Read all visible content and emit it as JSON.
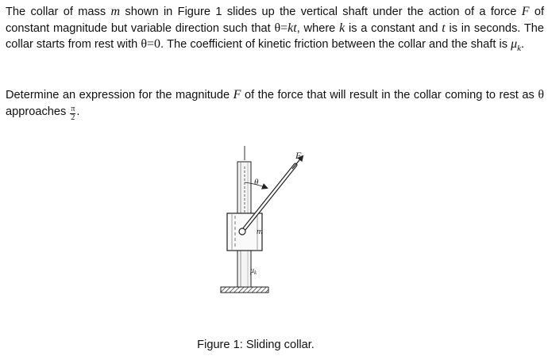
{
  "problem": {
    "p1_a": "The collar of mass",
    "p1_m": "m",
    "p1_b": "shown in Figure 1 slides up the vertical shaft under the action of a force",
    "p1_F": "F",
    "p1_c": "of constant magnitude but variable direction such that",
    "p1_theta1": "θ",
    "p1_eq1": "=",
    "p1_kt": "kt",
    "p1_d": ", where",
    "p1_k": "k",
    "p1_e": "is a constant and",
    "p1_t": "t",
    "p1_f": "is in seconds. The collar starts from rest with",
    "p1_theta2": "θ",
    "p1_eq2": "=",
    "p1_zero": "0",
    "p1_g": ". The coefficient of kinetic friction between the collar and the shaft is",
    "p1_mu": "μ",
    "p1_mu_sub": "k",
    "p1_h": ".",
    "p2_a": "Determine an expression for the magnitude",
    "p2_F": "F",
    "p2_b": "of the force that will result in the collar coming to rest as",
    "p2_theta": "θ",
    "p2_c": "approaches",
    "p2_frac_num": "π",
    "p2_frac_den": "2",
    "p2_d": "."
  },
  "figure": {
    "label_F": "F",
    "label_theta": "θ",
    "label_m": "m",
    "label_mu": "μ",
    "label_mu_sub": "k",
    "caption": "Figure 1: Sliding collar."
  }
}
